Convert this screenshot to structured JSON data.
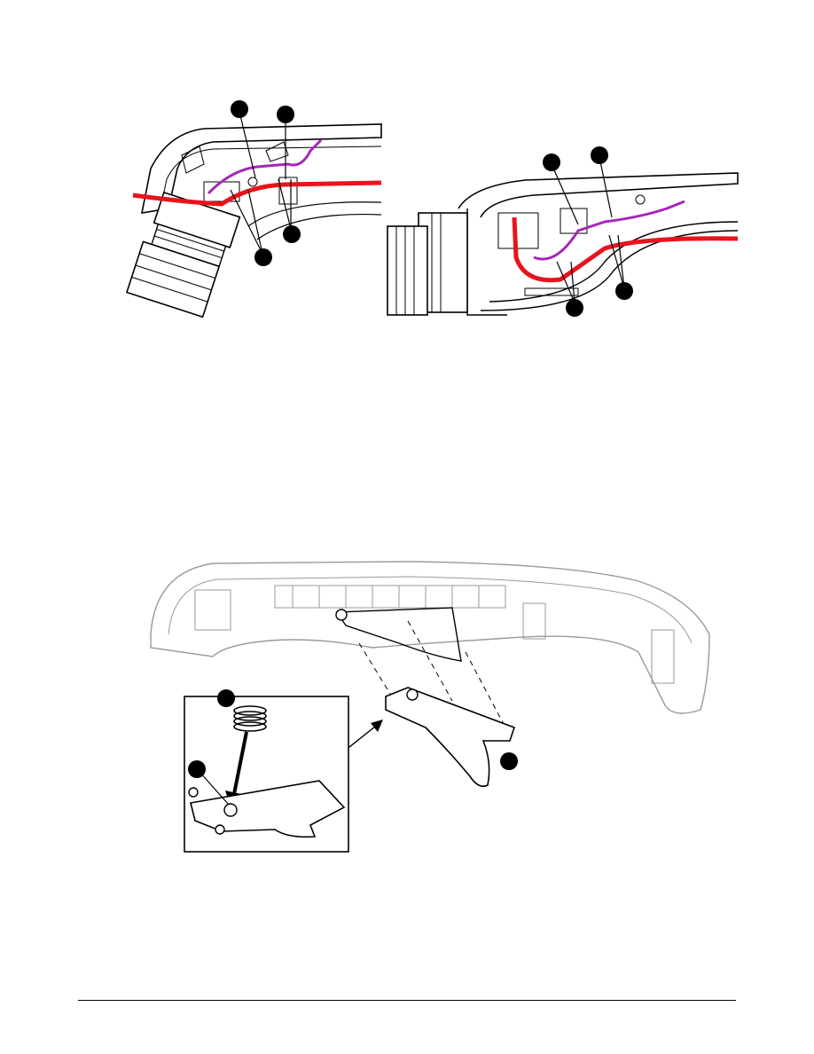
{
  "figures": [
    {
      "id": "top-left",
      "callouts": [
        "",
        "",
        "",
        ""
      ]
    },
    {
      "id": "top-right",
      "callouts": [
        "",
        "",
        "",
        ""
      ]
    },
    {
      "id": "bottom",
      "callouts": [
        "",
        "",
        ""
      ]
    }
  ],
  "colors": {
    "wire_primary": "#e8141c",
    "wire_secondary": "#a626b8",
    "outline": "#000000",
    "ghost_outline": "#9a9a9a",
    "callout_fill": "#000000"
  }
}
